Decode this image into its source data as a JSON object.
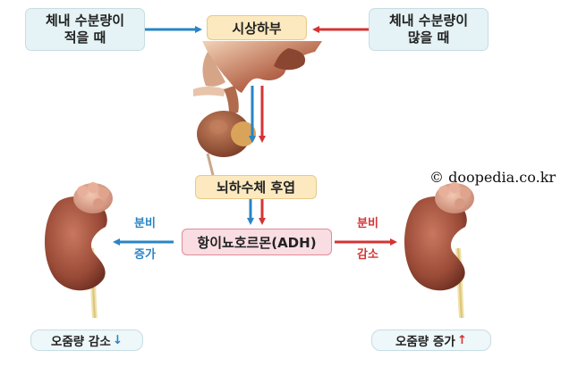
{
  "conditions": {
    "low_water": {
      "line1": "체내 수분량이",
      "line2": "적을 때"
    },
    "high_water": {
      "line1": "체내 수분량이",
      "line2": "많을 때"
    }
  },
  "hypothalamus_label": "시상하부",
  "posterior_pituitary_label": "뇌하수체 후엽",
  "hormone_label": "항이뇨호르몬(ADH)",
  "secretion": {
    "increase": {
      "line1": "분비",
      "line2": "증가"
    },
    "decrease": {
      "line1": "분비",
      "line2": "감소"
    }
  },
  "results": {
    "urine_decrease": {
      "text": "오줌량 감소",
      "arrow": "↓"
    },
    "urine_increase": {
      "text": "오줌량 증가",
      "arrow": "↑"
    }
  },
  "credit": "© doopedia.co.kr",
  "colors": {
    "blue": "#2a84c6",
    "red": "#d43434"
  }
}
